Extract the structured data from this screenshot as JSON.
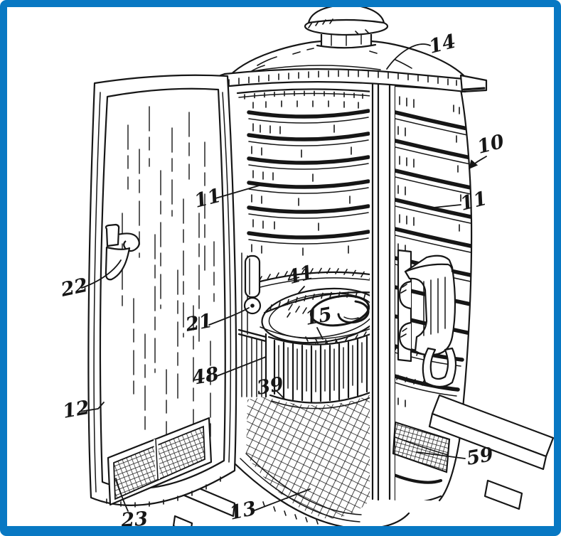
{
  "frame": {
    "border_color": "#0878c3",
    "background_color": "#ffffff",
    "line_color": "#161616"
  },
  "figure": {
    "kind": "patent-line-drawing",
    "subject": "Cylindrical portable toilet enclosure, perspective view with door open",
    "labels": [
      {
        "text": "14",
        "part": "dome-roof"
      },
      {
        "text": "10",
        "part": "enclosure-assembly"
      },
      {
        "text": "11",
        "part": "interior-wall-rib"
      },
      {
        "text": "11",
        "part": "exterior-wall-rib"
      },
      {
        "text": "22",
        "part": "door-handle"
      },
      {
        "text": "21",
        "part": "door-hinge"
      },
      {
        "text": "41",
        "part": "toilet-seat"
      },
      {
        "text": "15",
        "part": "toilet-bowl-opening"
      },
      {
        "text": "48",
        "part": "tank-front-panel"
      },
      {
        "text": "39",
        "part": "tank-base"
      },
      {
        "text": "12",
        "part": "door-panel"
      },
      {
        "text": "23",
        "part": "door-vent-grille"
      },
      {
        "text": "13",
        "part": "floor"
      },
      {
        "text": "59",
        "part": "base-vent-grille"
      }
    ]
  }
}
